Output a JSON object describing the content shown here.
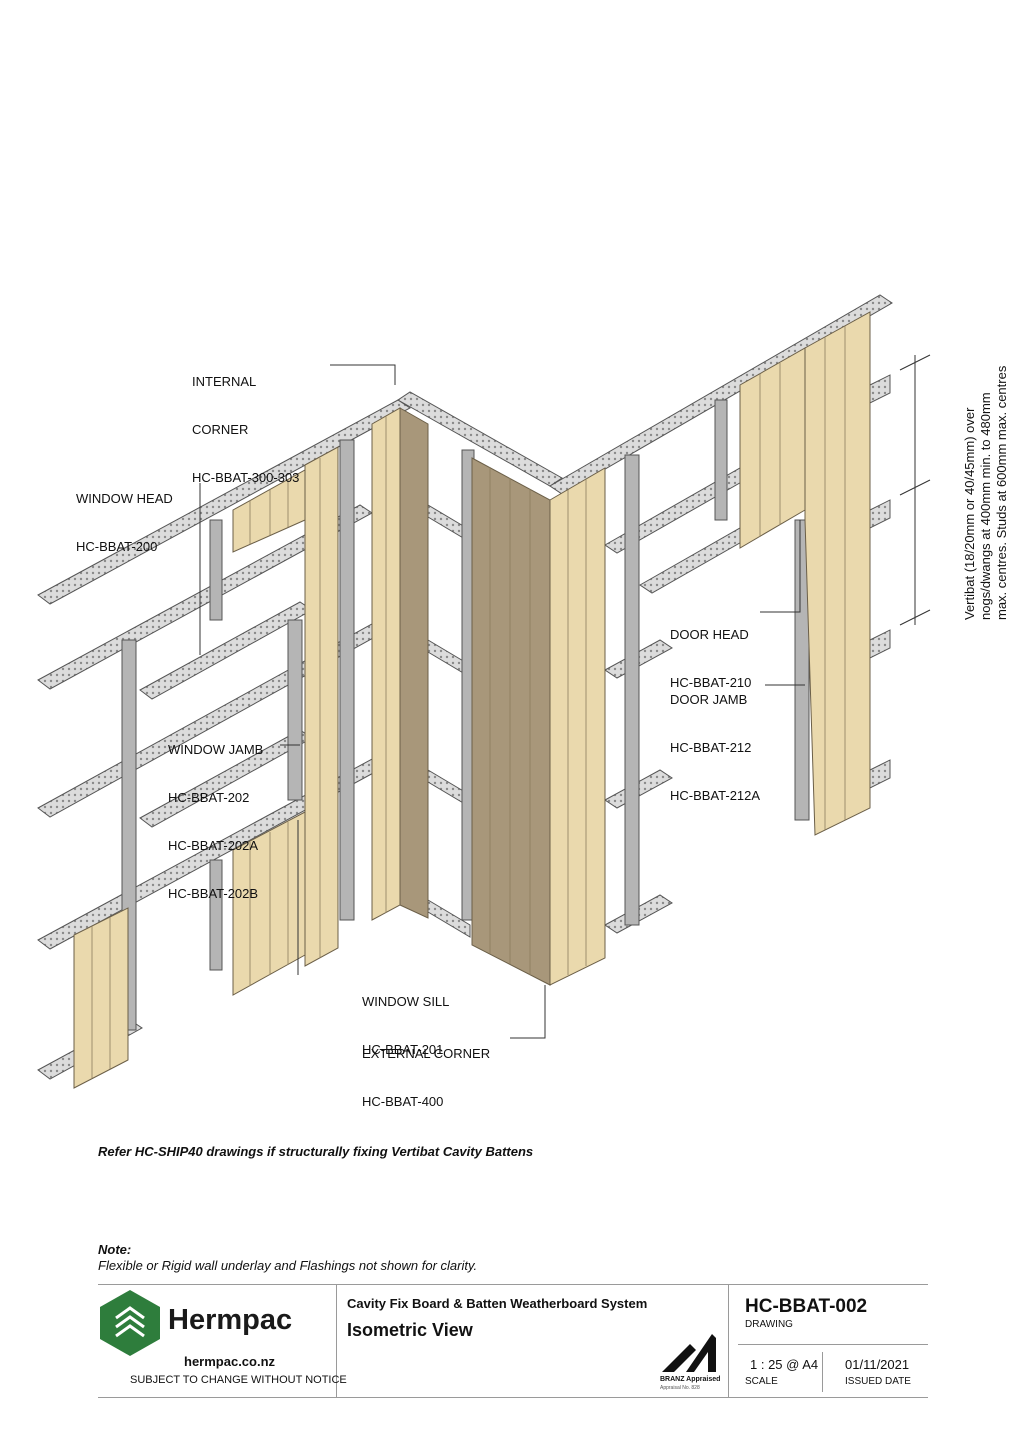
{
  "labels": {
    "internal_corner": [
      "INTERNAL",
      "CORNER",
      "HC-BBAT-300-303"
    ],
    "window_head": [
      "WINDOW HEAD",
      "HC-BBAT-200"
    ],
    "window_jamb": [
      "WINDOW JAMB",
      "HC-BBAT-202",
      "HC-BBAT-202A",
      "HC-BBAT-202B"
    ],
    "window_sill": [
      "WINDOW SILL",
      "HC-BBAT-201"
    ],
    "external_corner": [
      "EXTERNAL CORNER",
      "HC-BBAT-400"
    ],
    "door_head": [
      "DOOR HEAD",
      "HC-BBAT-210"
    ],
    "door_jamb": [
      "DOOR JAMB",
      "HC-BBAT-212",
      "HC-BBAT-212A"
    ],
    "vertibat_note": [
      "Vertibat (18/20mm or 40/45mm) over",
      "nogs/dwangs at 400mm min. to 480mm",
      "max. centres. Studs at 600mm max. centres"
    ]
  },
  "reference_note": "Refer HC-SHIP40 drawings if structurally fixing Vertibat Cavity Battens",
  "note": {
    "title": "Note:",
    "text": "Flexible or Rigid wall underlay and Flashings not shown for clarity."
  },
  "title_block": {
    "brand_name": "Hermpac",
    "website": "hermpac.co.nz",
    "disclaimer": "SUBJECT TO CHANGE WITHOUT NOTICE",
    "system_title": "Cavity Fix Board & Batten Weatherboard System",
    "view_title": "Isometric View",
    "appraisal_label": "BRANZ Appraised",
    "appraisal_no": "Appraisal No. 828",
    "drawing_number": "HC-BBAT-002",
    "drawing_label": "DRAWING",
    "scale_value": "1 : 25 @ A4",
    "scale_label": "SCALE",
    "issued_date": "01/11/2021",
    "issued_label": "ISSUED DATE"
  },
  "colors": {
    "batten": "#ead9ad",
    "batten_dark": "#a8977a",
    "frame": "#9b9b9b",
    "brand_green": "#2e7d3c"
  }
}
